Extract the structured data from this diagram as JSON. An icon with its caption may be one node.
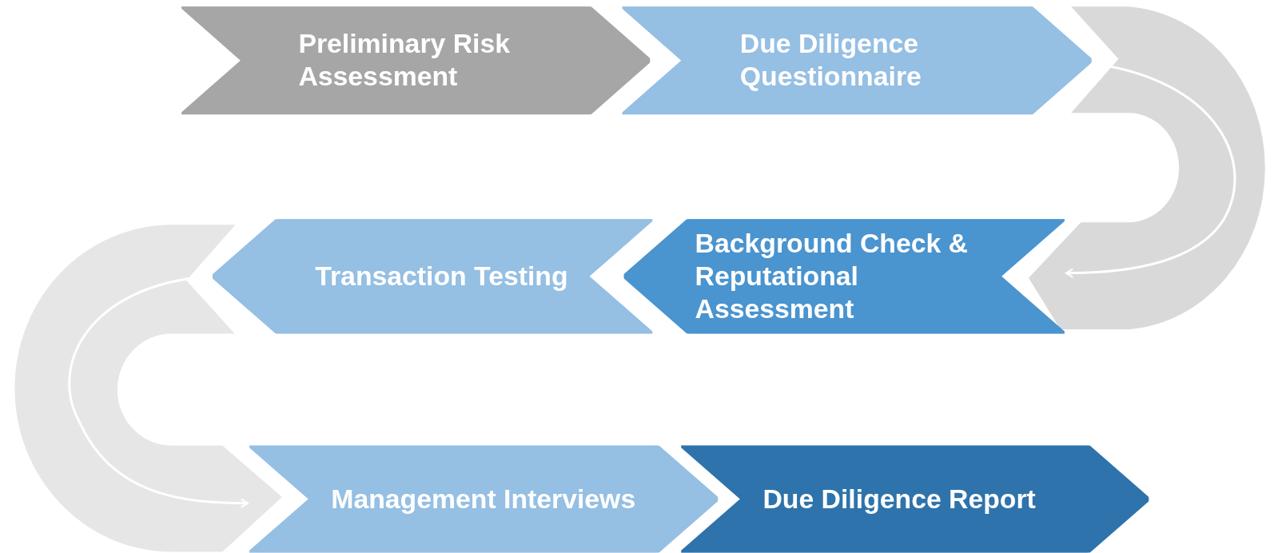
{
  "diagram": {
    "nodes": [
      {
        "text": [
          "Preliminary Risk Assessment"
        ]
      },
      {
        "text": [
          "Due Diligence Questionnaire"
        ]
      },
      {
        "text": [
          "Background Check & Reputational Assessment"
        ]
      },
      {
        "text": [
          "Transaction Testing"
        ]
      },
      {
        "text": [
          "Management Interviews"
        ]
      },
      {
        "text": [
          "Due Diligence Report"
        ]
      }
    ],
    "edges": [
      {
        "from": 1,
        "to": 2,
        "arrow": "to"
      },
      {
        "from": 3,
        "to": 4,
        "arrow": "to"
      }
    ]
  }
}
